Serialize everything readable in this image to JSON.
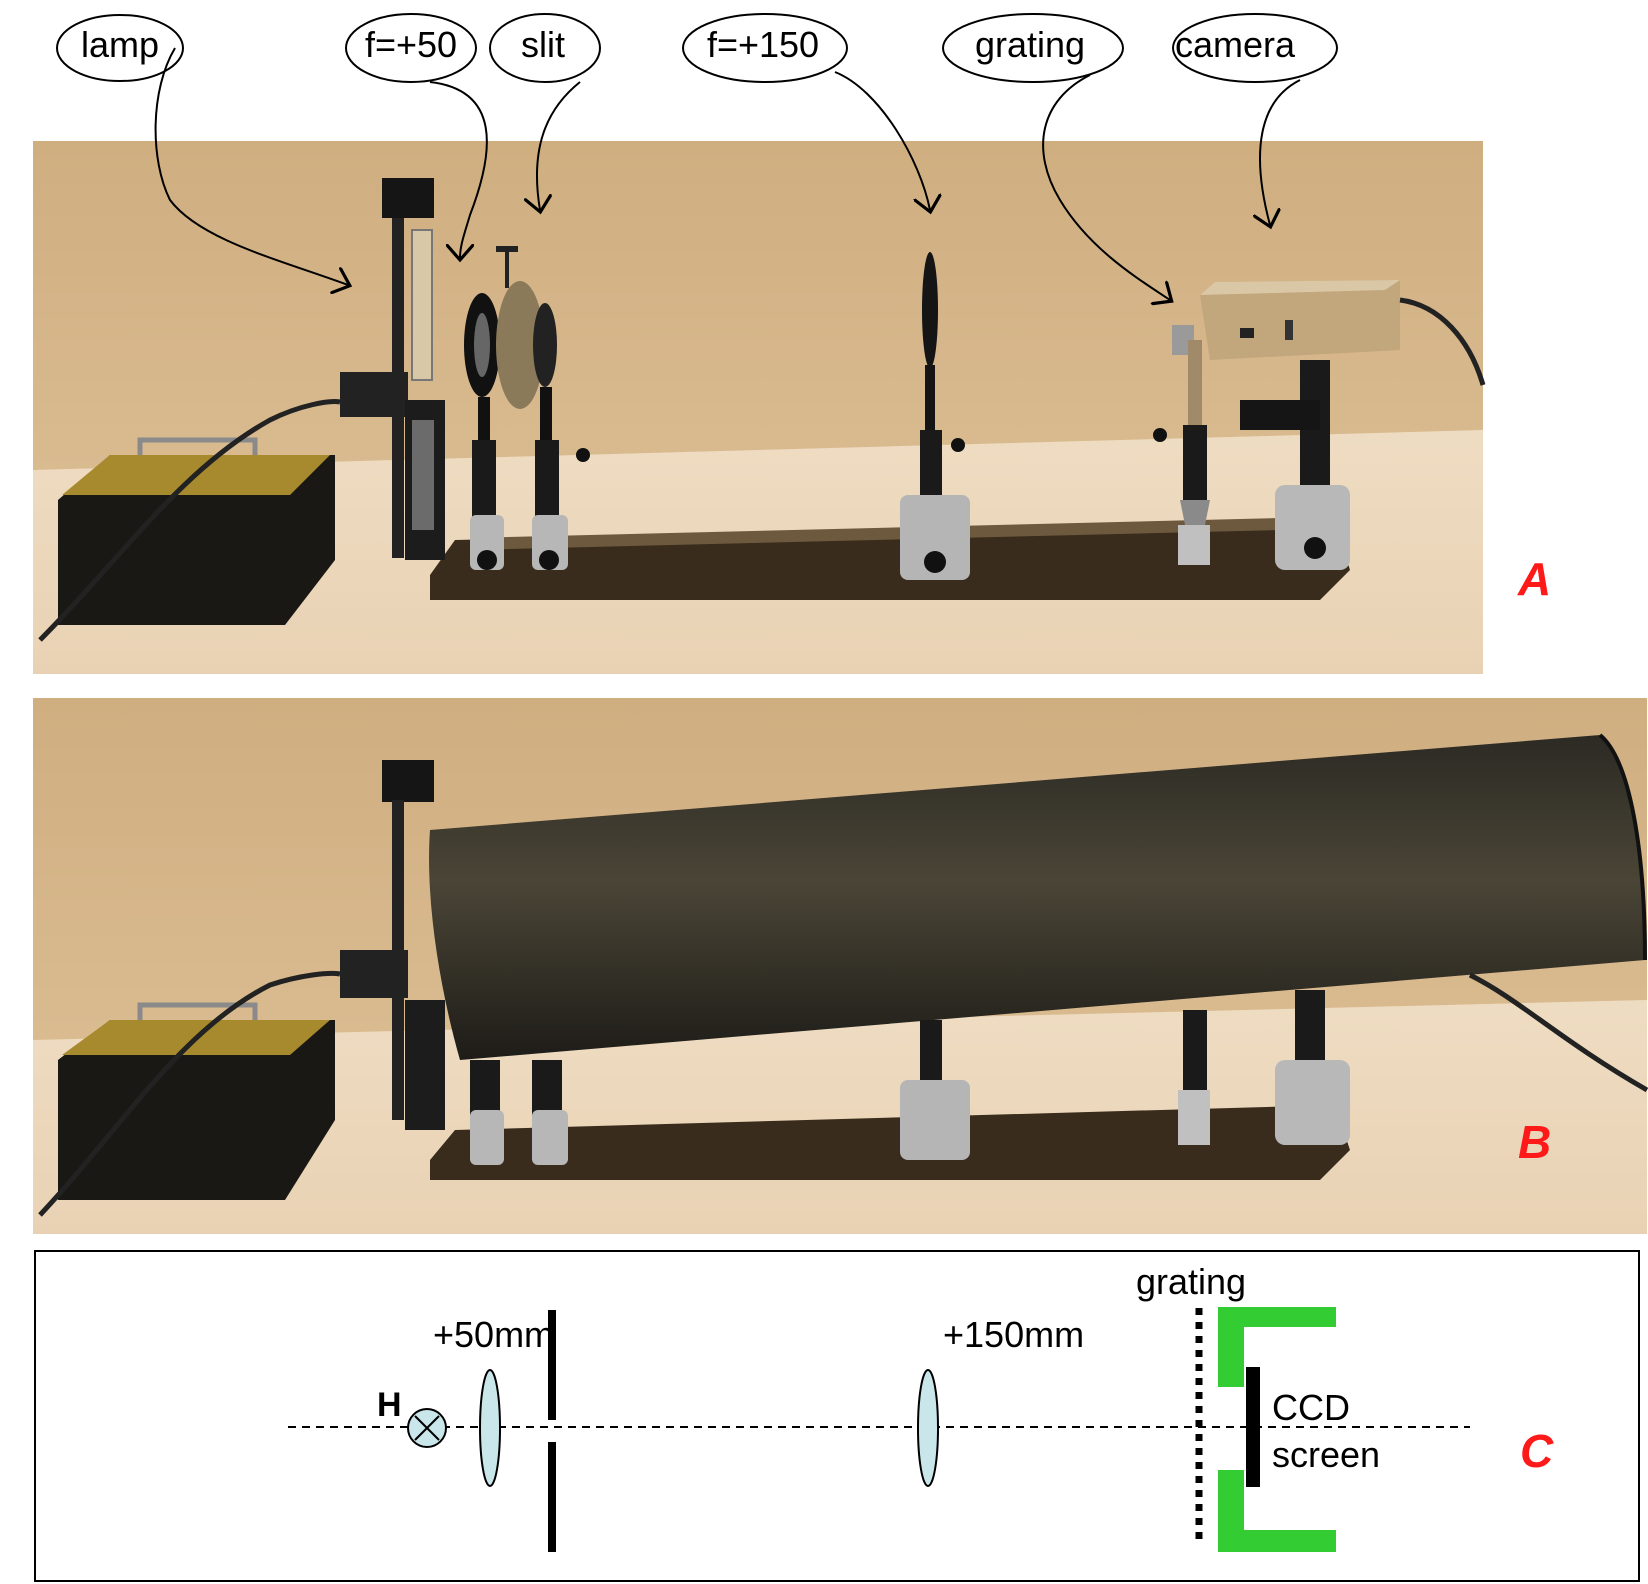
{
  "callouts": {
    "lamp": "lamp",
    "lens50": "f=+50",
    "slit": "slit",
    "lens150": "f=+150",
    "grating": "grating",
    "camera": "camera"
  },
  "panels": {
    "a": "A",
    "b": "B",
    "c": "C"
  },
  "schematic": {
    "source": "H",
    "lens1": "+50mm",
    "lens2": "+150mm",
    "grating": "grating",
    "detector_line1": "CCD",
    "detector_line2": "screen"
  },
  "colors": {
    "photo_wall": "#d3b487",
    "photo_table": "#e8d4b6",
    "lens_fill": "#c9e6ea",
    "green_mount": "#33cc33",
    "letter_red": "#ff1a1a"
  }
}
